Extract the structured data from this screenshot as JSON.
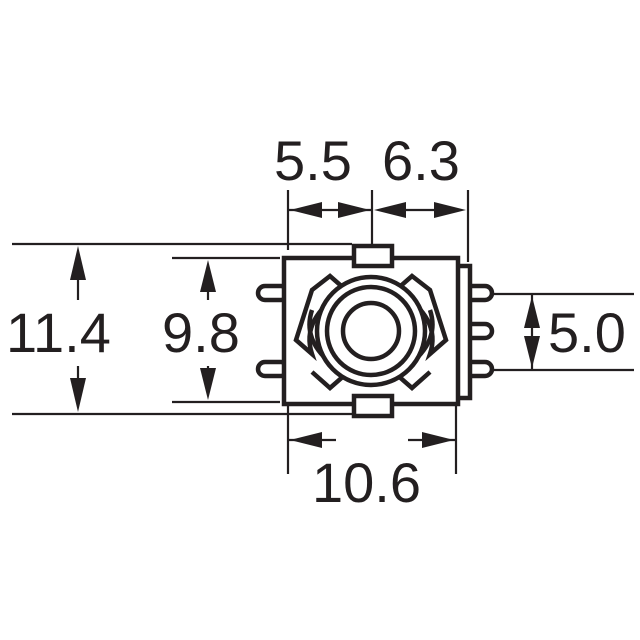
{
  "dimensions": {
    "top_left": "5.5",
    "top_right": "6.3",
    "overall_height": "11.4",
    "body_height": "9.8",
    "pin_span": "5.0",
    "body_width": "10.6"
  },
  "colors": {
    "ink": "#231f20",
    "background": "#ffffff"
  }
}
